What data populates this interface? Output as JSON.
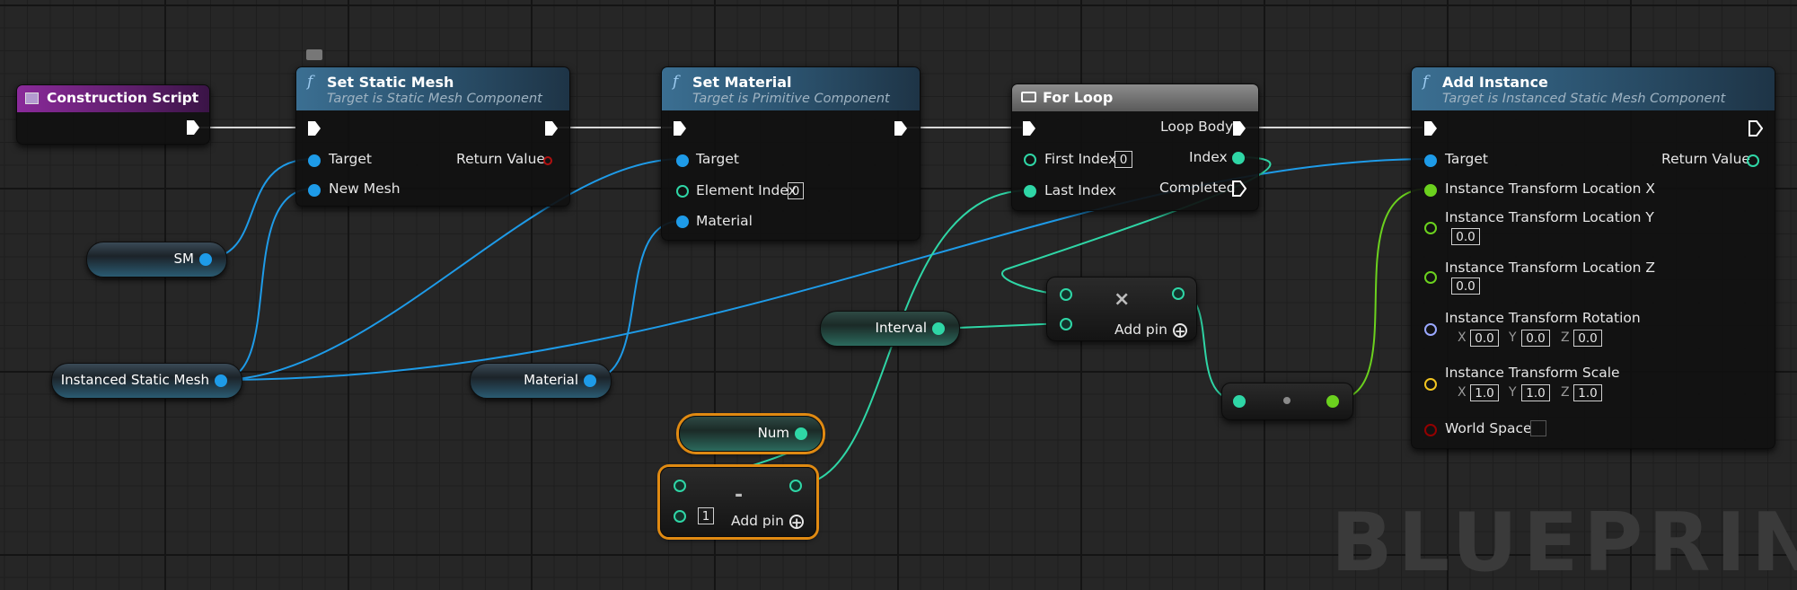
{
  "watermark": "BLUEPRINT",
  "colors": {
    "exec": "#ffffff",
    "object_pin": "#1e9be8",
    "int_pin": "#2fd6a6",
    "float_pin": "#6bd11e",
    "rotator_pin": "#9aa8ff",
    "vector_pin": "#f2c521",
    "bool_pin": "#930000",
    "selection": "#e08a12"
  },
  "nodes": {
    "construction_script": {
      "title": "Construction Script",
      "icon": "construction-script-icon"
    },
    "set_static_mesh": {
      "title": "Set Static Mesh",
      "subtitle": "Target is Static Mesh Component",
      "icon": "function-icon",
      "pins": {
        "target": "Target",
        "new_mesh": "New Mesh",
        "return_value": "Return Value"
      },
      "comment_icon": "comment-bubble-icon"
    },
    "set_material": {
      "title": "Set Material",
      "subtitle": "Target is Primitive Component",
      "icon": "function-icon",
      "pins": {
        "target": "Target",
        "element_index": "Element Index",
        "element_index_value": "0",
        "material": "Material"
      }
    },
    "for_loop": {
      "title": "For Loop",
      "icon": "macro-icon",
      "pins": {
        "first_index": "First Index",
        "first_index_value": "0",
        "last_index": "Last Index",
        "loop_body": "Loop Body",
        "index": "Index",
        "completed": "Completed"
      }
    },
    "add_instance": {
      "title": "Add Instance",
      "subtitle": "Target is Instanced Static Mesh Component",
      "icon": "function-icon",
      "pins": {
        "target": "Target",
        "return_value": "Return Value",
        "loc_x": "Instance Transform Location X",
        "loc_y": "Instance Transform Location Y",
        "loc_y_value": "0.0",
        "loc_z": "Instance Transform Location Z",
        "loc_z_value": "0.0",
        "rotation": "Instance Transform Rotation",
        "rot_x": "0.0",
        "rot_y": "0.0",
        "rot_z": "0.0",
        "scale": "Instance Transform Scale",
        "scale_x": "1.0",
        "scale_y": "1.0",
        "scale_z": "1.0",
        "world_space": "World Space",
        "axis_x": "X",
        "axis_y": "Y",
        "axis_z": "Z"
      }
    },
    "multiply": {
      "operator": "×",
      "add_pin": "Add pin"
    },
    "subtract": {
      "operator": "-",
      "add_pin": "Add pin",
      "b_value": "1"
    },
    "reroute": {
      "icon": "reroute-dot-icon"
    }
  },
  "variables": {
    "sm": "SM",
    "instanced_static_mesh": "Instanced Static Mesh",
    "material": "Material",
    "interval": "Interval",
    "num": "Num"
  }
}
